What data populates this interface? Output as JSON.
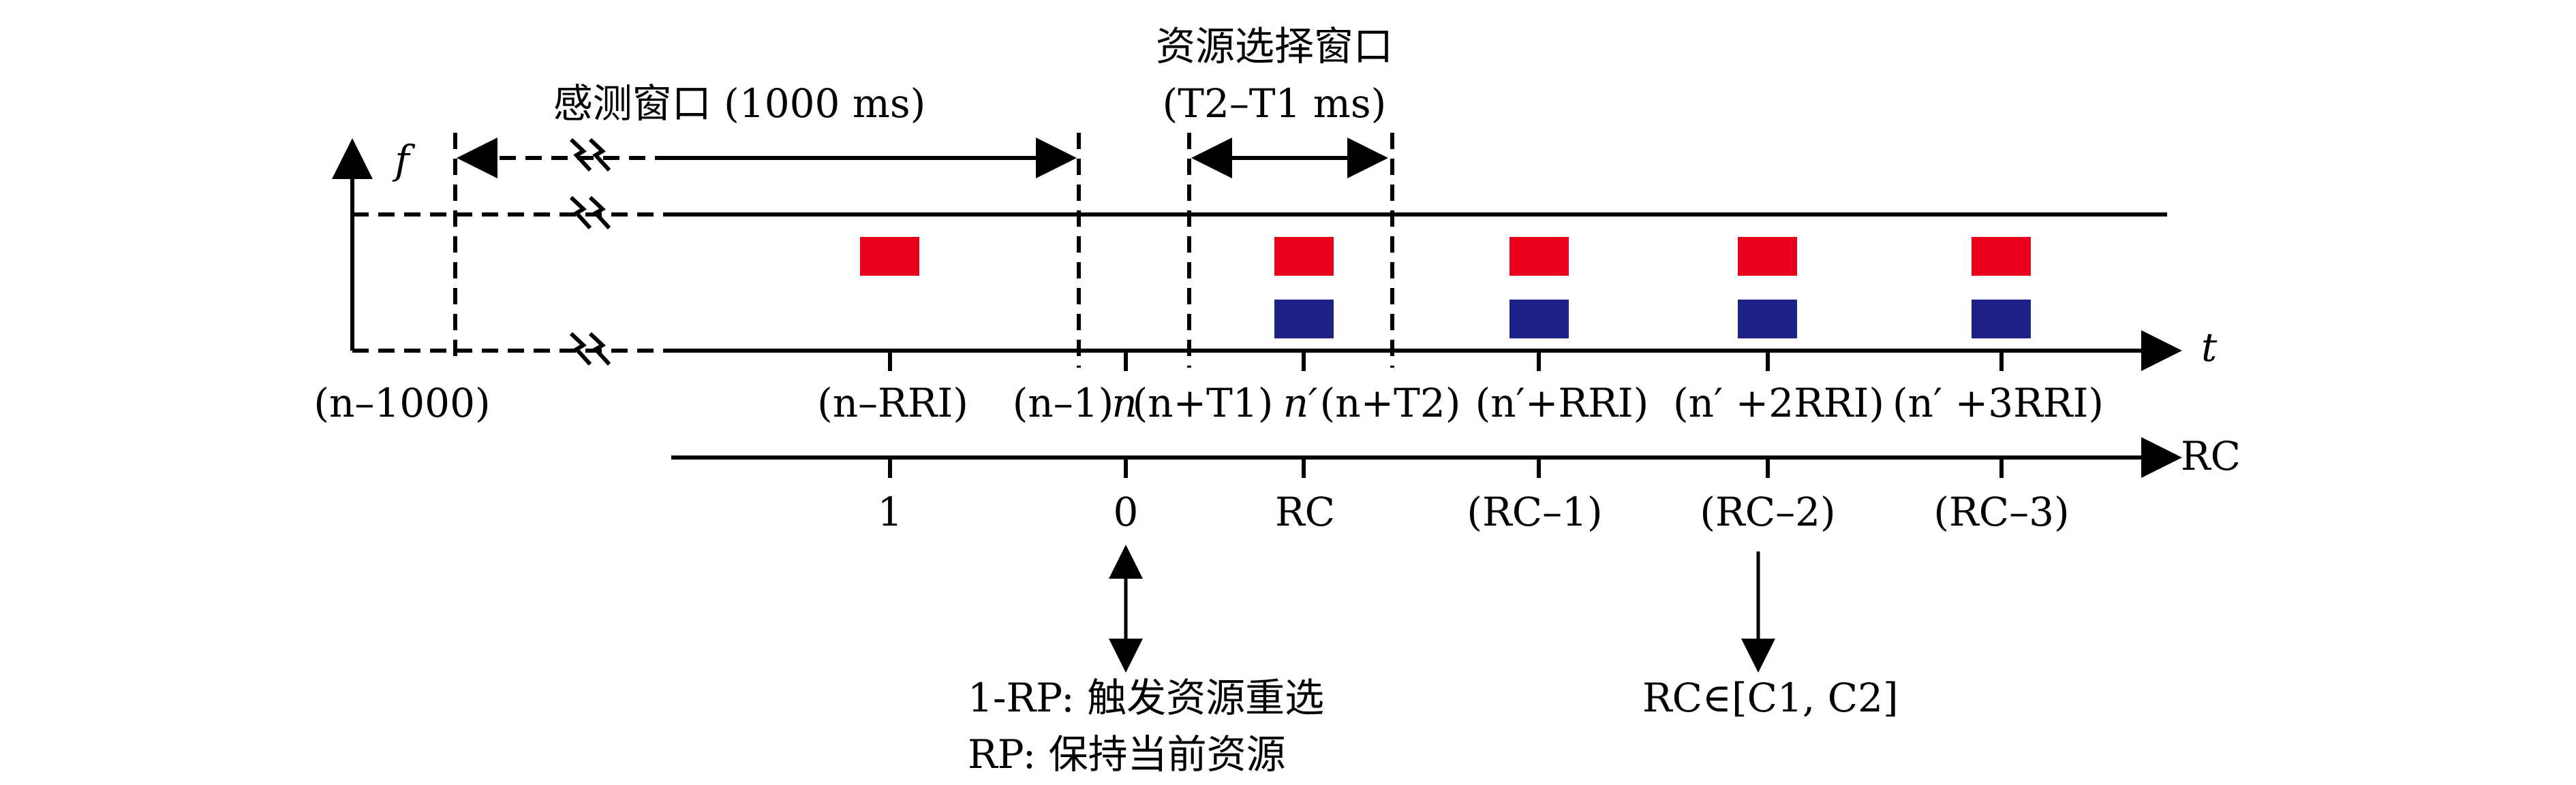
{
  "titles": {
    "sensing_window": "感测窗口 (1000 ms)",
    "selection_window_line1": "资源选择窗口",
    "selection_window_line2": "(T2–T1 ms)"
  },
  "axes": {
    "f_label": "f",
    "t_label": "t",
    "rc_label": "RC"
  },
  "time_ticks": {
    "n_minus_1000": "(n–1000)",
    "n_minus_rri": "(n–RRI)",
    "n_minus_1": "(n–1)",
    "n": "n",
    "n_plus_t1": "(n+T1)",
    "n_prime": "n′",
    "n_plus_t2": "(n+T2)",
    "n_prime_plus_rri": "(n′+RRI)",
    "n_prime_plus_2rri": "(n′ +2RRI)",
    "n_prime_plus_3rri": "(n′ +3RRI)"
  },
  "rc_ticks": {
    "one": "1",
    "zero": "0",
    "rc": "RC",
    "rc_minus_1": "(RC–1)",
    "rc_minus_2": "(RC–2)",
    "rc_minus_3": "(RC–3)"
  },
  "notes": {
    "reselect_line1": "1-RP: 触发资源重选",
    "reselect_line2": "RP: 保持当前资源",
    "rc_range": "RC∈[C1, C2]"
  },
  "colors": {
    "red_block": "#e8001c",
    "blue_block": "#1d2188",
    "line": "#000000"
  }
}
